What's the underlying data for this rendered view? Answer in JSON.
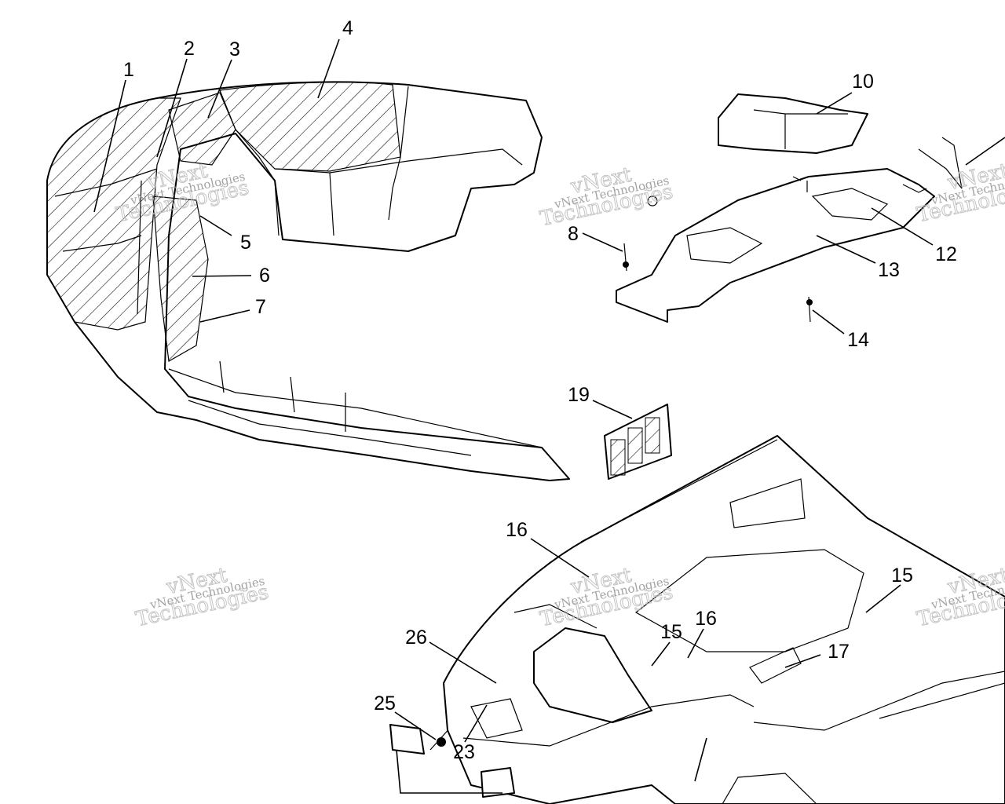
{
  "callouts": [
    "1",
    "2",
    "3",
    "4",
    "5",
    "6",
    "7",
    "8",
    "10",
    "12",
    "13",
    "14",
    "19",
    "16",
    "15",
    "16",
    "15",
    "17",
    "26",
    "25",
    "23"
  ],
  "watermark": {
    "line1": "vNext",
    "line2": "Technologies",
    "caption": "vNext Technologies"
  }
}
